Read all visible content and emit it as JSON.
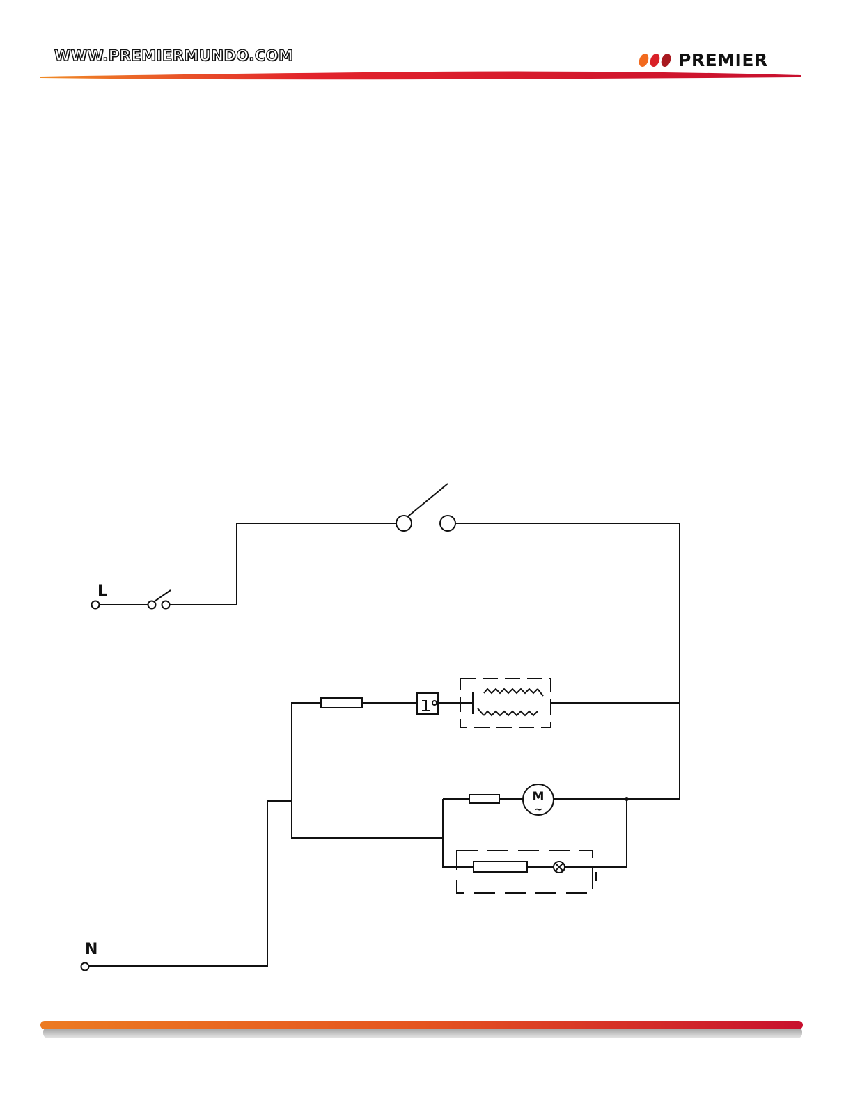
{
  "header": {
    "url_text": "WWW.PREMIERMUNDO.COM",
    "brand_name": "PREMIER"
  },
  "colors": {
    "accent_red": "#e2232b",
    "accent_orange": "#ec7a21",
    "logo_dot_1": "#f26a1e",
    "logo_dot_2": "#d92027",
    "logo_dot_3": "#a8191f",
    "wire": "#111111"
  },
  "diagram": {
    "terminals": {
      "line_label": "L",
      "neutral_label": "N"
    },
    "motor_symbol": "M",
    "motor_tilde": "~"
  }
}
